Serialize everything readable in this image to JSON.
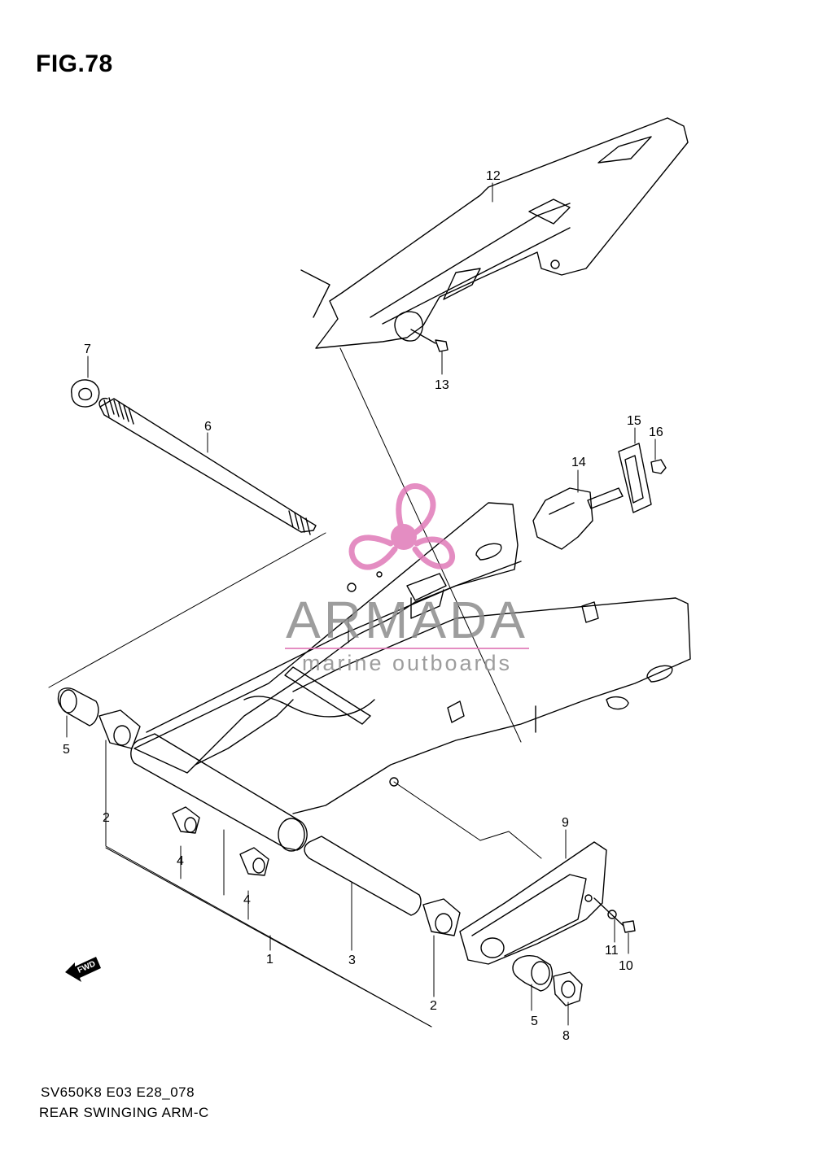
{
  "figure": {
    "title": "FIG.78"
  },
  "footer": {
    "code": "SV650K8 E03 E28_078",
    "name": "REAR SWINGING ARM-C"
  },
  "watermark": {
    "brand": "ARMADA",
    "tagline": "marine outboards"
  },
  "fwd_arrow": {
    "label": "FWD"
  },
  "parts": [
    {
      "id": "p1",
      "number": "1"
    },
    {
      "id": "p2a",
      "number": "2"
    },
    {
      "id": "p2b",
      "number": "2"
    },
    {
      "id": "p3",
      "number": "3"
    },
    {
      "id": "p4a",
      "number": "4"
    },
    {
      "id": "p4b",
      "number": "4"
    },
    {
      "id": "p5a",
      "number": "5"
    },
    {
      "id": "p5b",
      "number": "5"
    },
    {
      "id": "p6",
      "number": "6"
    },
    {
      "id": "p7",
      "number": "7"
    },
    {
      "id": "p8",
      "number": "8"
    },
    {
      "id": "p9",
      "number": "9"
    },
    {
      "id": "p10",
      "number": "10"
    },
    {
      "id": "p11",
      "number": "11"
    },
    {
      "id": "p12",
      "number": "12"
    },
    {
      "id": "p13",
      "number": "13"
    },
    {
      "id": "p14",
      "number": "14"
    },
    {
      "id": "p15",
      "number": "15"
    },
    {
      "id": "p16",
      "number": "16"
    }
  ],
  "colors": {
    "line": "#000000",
    "watermark_gray": "#8c8c8c",
    "watermark_pink": "#e07ab8"
  }
}
